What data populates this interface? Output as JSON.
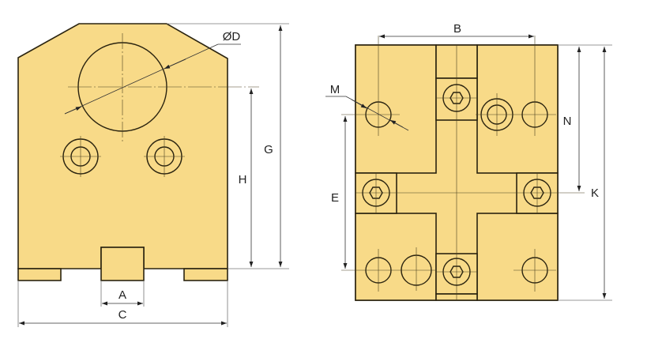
{
  "colors": {
    "part_fill": "#f8da88",
    "outline": "#2b2410"
  },
  "side_view": {
    "labels": {
      "diameter": "ØD",
      "G": "G",
      "H": "H",
      "A": "A",
      "C": "C"
    }
  },
  "top_view": {
    "labels": {
      "B": "B",
      "M": "M",
      "N": "N",
      "K": "K",
      "E": "E"
    }
  }
}
